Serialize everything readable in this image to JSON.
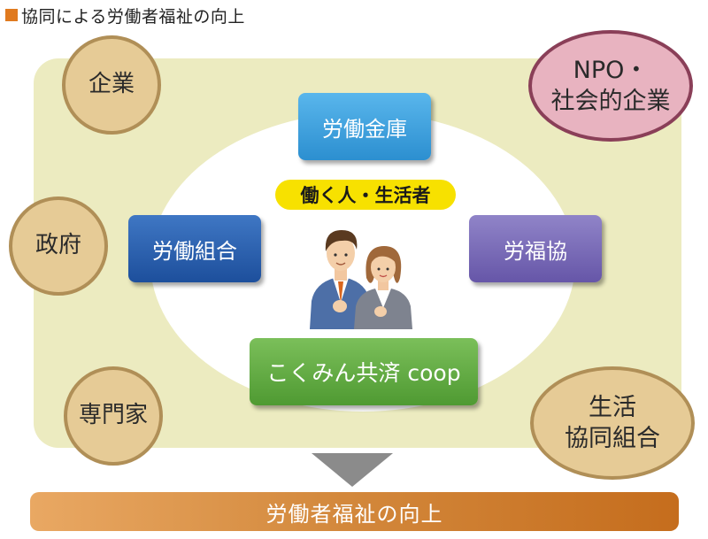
{
  "title": "協同による労働者福祉の向上",
  "outer_circles": {
    "kigyo": "企業",
    "seifu": "政府",
    "senmon": "専門家",
    "npo": [
      "NPO・",
      "社会的企業"
    ],
    "seikatsu": [
      "生活",
      "協同組合"
    ]
  },
  "boxes": {
    "kinko": "労働金庫",
    "kumiai": "労働組合",
    "rofuku": "労福協",
    "coop": "こくみん共済 coop"
  },
  "center_label": "働く人・生活者",
  "result": "労働者福祉の向上",
  "colors": {
    "accent_orange": "#e07a1f",
    "panel": "#ecebc0",
    "circle_tan": "#e6cb96",
    "circle_pink": "#e8b3c0",
    "box_sky": "#3aa0de",
    "box_blue": "#2a62b0",
    "box_purple": "#7868b8",
    "box_green": "#62aa42",
    "label_yellow": "#f7e100"
  }
}
